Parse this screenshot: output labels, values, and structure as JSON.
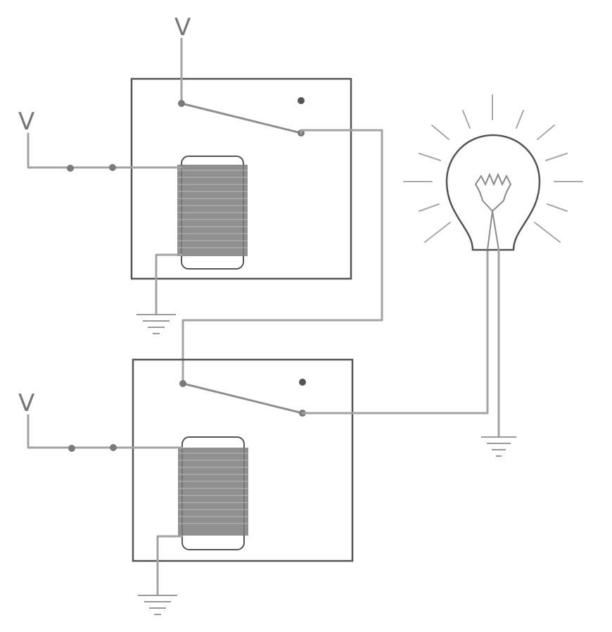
{
  "labels": {
    "v_top": "V",
    "v_relay1": "V",
    "v_relay2": "V"
  },
  "colors": {
    "wire": "#a3a3a3",
    "outline": "#555555",
    "coil": "#7d7d7d",
    "background": "#ffffff"
  },
  "components": [
    "relay",
    "relay",
    "coil",
    "coil",
    "switch",
    "switch",
    "light-bulb",
    "ground",
    "ground",
    "ground"
  ]
}
